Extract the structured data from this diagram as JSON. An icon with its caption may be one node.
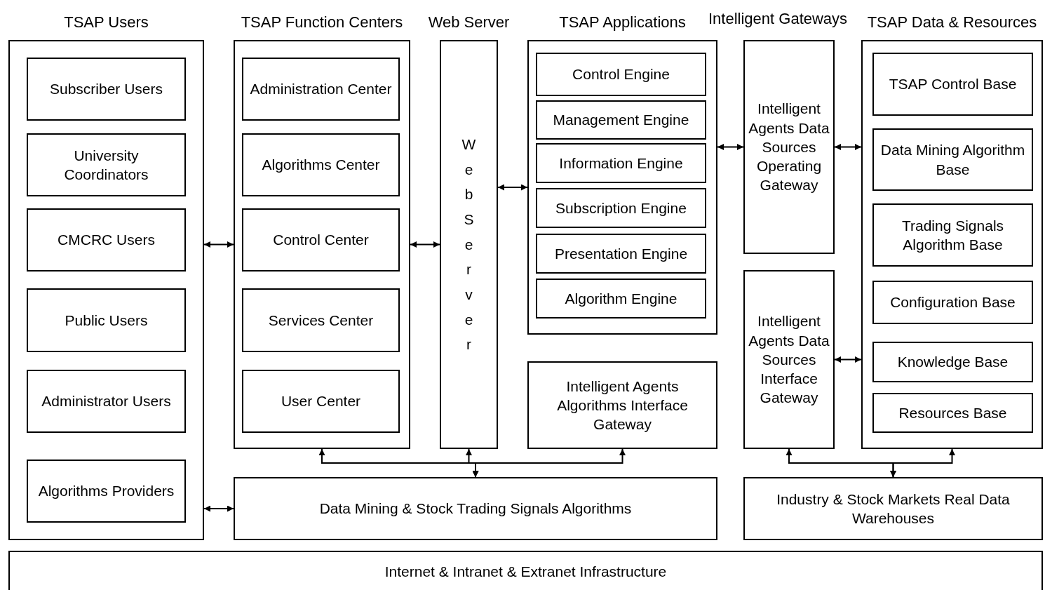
{
  "diagram": {
    "nodes": [
      {
        "text": [
          "TSAP Users"
        ]
      },
      {
        "text": [
          "Subscriber Users"
        ],
        "in": 0
      },
      {
        "text": [
          "University Coordinators"
        ],
        "in": 0
      },
      {
        "text": [
          "CMCRC Users"
        ],
        "in": 0
      },
      {
        "text": [
          "Public Users"
        ],
        "in": 0
      },
      {
        "text": [
          "Administrator Users"
        ],
        "in": 0
      },
      {
        "text": [
          "Algorithms Providers"
        ],
        "in": 0
      },
      {
        "text": [
          "TSAP Function Centers"
        ]
      },
      {
        "text": [
          "Administration Center"
        ],
        "in": 7
      },
      {
        "text": [
          "Algorithms Center"
        ],
        "in": 7
      },
      {
        "text": [
          "Control Center"
        ],
        "in": 7
      },
      {
        "text": [
          "Services Center"
        ],
        "in": 7
      },
      {
        "text": [
          "User Center"
        ],
        "in": 7
      },
      {
        "text": [
          "Web Server",
          "W e b S e r v e r"
        ]
      },
      {
        "text": [
          "TSAP Applications"
        ]
      },
      {
        "text": [
          "Control Engine"
        ],
        "in": 14
      },
      {
        "text": [
          "Management Engine"
        ],
        "in": 14
      },
      {
        "text": [
          "Information Engine"
        ],
        "in": 14
      },
      {
        "text": [
          "Subscription Engine"
        ],
        "in": 14
      },
      {
        "text": [
          "Presentation Engine"
        ],
        "in": 14
      },
      {
        "text": [
          "Algorithm Engine"
        ],
        "in": 14
      },
      {
        "text": [
          "Intelligent Agents Algorithms Interface Gateway"
        ]
      },
      {
        "text": [
          "Intelligent Agents Data Sources Operating Gateway"
        ]
      },
      {
        "text": [
          "Intelligent Agents Data Sources Interface Gateway"
        ]
      },
      {
        "text": [
          "TSAP Data & Resources"
        ]
      },
      {
        "text": [
          "TSAP Control Base"
        ],
        "in": 24
      },
      {
        "text": [
          "Data Mining Algorithm Base"
        ],
        "in": 24
      },
      {
        "text": [
          "Trading Signals Algorithm Base"
        ],
        "in": 24
      },
      {
        "text": [
          "Configuration Base"
        ],
        "in": 24
      },
      {
        "text": [
          "Knowledge Base"
        ],
        "in": 24
      },
      {
        "text": [
          "Resources Base"
        ],
        "in": 24
      },
      {
        "text": [
          "Data Mining & Stock Trading Signals Algorithms"
        ]
      },
      {
        "text": [
          "Industry & Stock Markets Real Data Warehouses"
        ]
      },
      {
        "text": [
          "Internet & Intranet & Extranet Infrastructure"
        ]
      }
    ],
    "edges": [
      {
        "from": 0,
        "to": 7,
        "arrow": "both"
      },
      {
        "from": 7,
        "to": 13,
        "arrow": "both"
      },
      {
        "from": 13,
        "to": 14,
        "arrow": "both"
      },
      {
        "from": 14,
        "to": 22,
        "arrow": "both"
      },
      {
        "from": 22,
        "to": 24,
        "arrow": "both"
      },
      {
        "from": 23,
        "to": 24,
        "arrow": "both"
      },
      {
        "from": 31,
        "to": 7,
        "arrow": "both"
      },
      {
        "from": 31,
        "to": 13,
        "arrow": "both"
      },
      {
        "from": 31,
        "to": 21,
        "arrow": "both"
      },
      {
        "from": 0,
        "to": 31,
        "arrow": "both"
      },
      {
        "from": 32,
        "to": 23,
        "arrow": "both"
      },
      {
        "from": 32,
        "to": 24,
        "arrow": "both"
      }
    ],
    "labels": [
      "Intelligent Gateways"
    ]
  }
}
